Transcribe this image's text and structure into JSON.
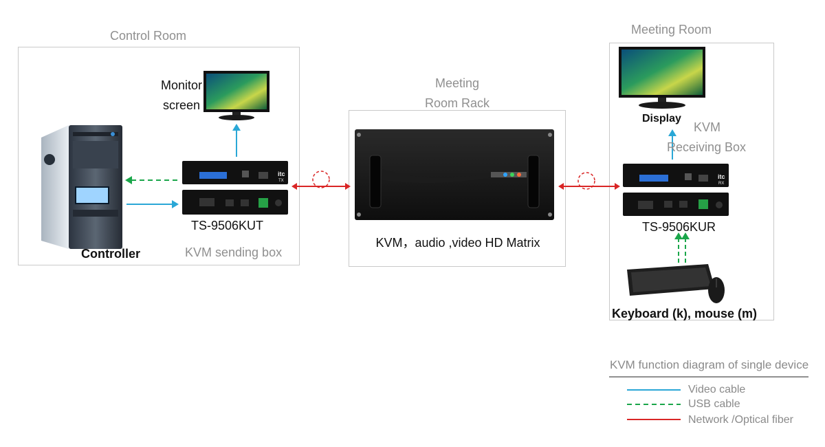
{
  "rooms": {
    "control": {
      "title": "Control Room"
    },
    "rack": {
      "title_line1": "Meeting",
      "title_line2": "Room Rack"
    },
    "meeting": {
      "title": "Meeting Room"
    }
  },
  "control": {
    "monitor_line1": "Monitor",
    "monitor_line2": "screen",
    "controller": "Controller",
    "device_model": "TS-9506KUT",
    "device_desc": "KVM sending box"
  },
  "rack": {
    "matrix_label": "KVM，audio ,video HD Matrix"
  },
  "meeting": {
    "display": "Display",
    "kvm_line1": "KVM",
    "kvm_line2": "Receiving Box",
    "device_model": "TS-9506KUR",
    "keyboard": "Keyboard (k), mouse (m)"
  },
  "devices": {
    "brand": "itc",
    "tx_tag": "TX",
    "rx_tag": "RX"
  },
  "legend": {
    "title": "KVM function diagram of single device",
    "items": [
      {
        "label": "Video cable",
        "color": "#2aa7d6",
        "style": "solid"
      },
      {
        "label": "USB cable",
        "color": "#1aa64a",
        "style": "dashed"
      },
      {
        "label": "Network /Optical fiber",
        "color": "#d92626",
        "style": "solid"
      }
    ]
  },
  "colors": {
    "video": "#2aa7d6",
    "usb": "#1aa64a",
    "network": "#d92626"
  }
}
